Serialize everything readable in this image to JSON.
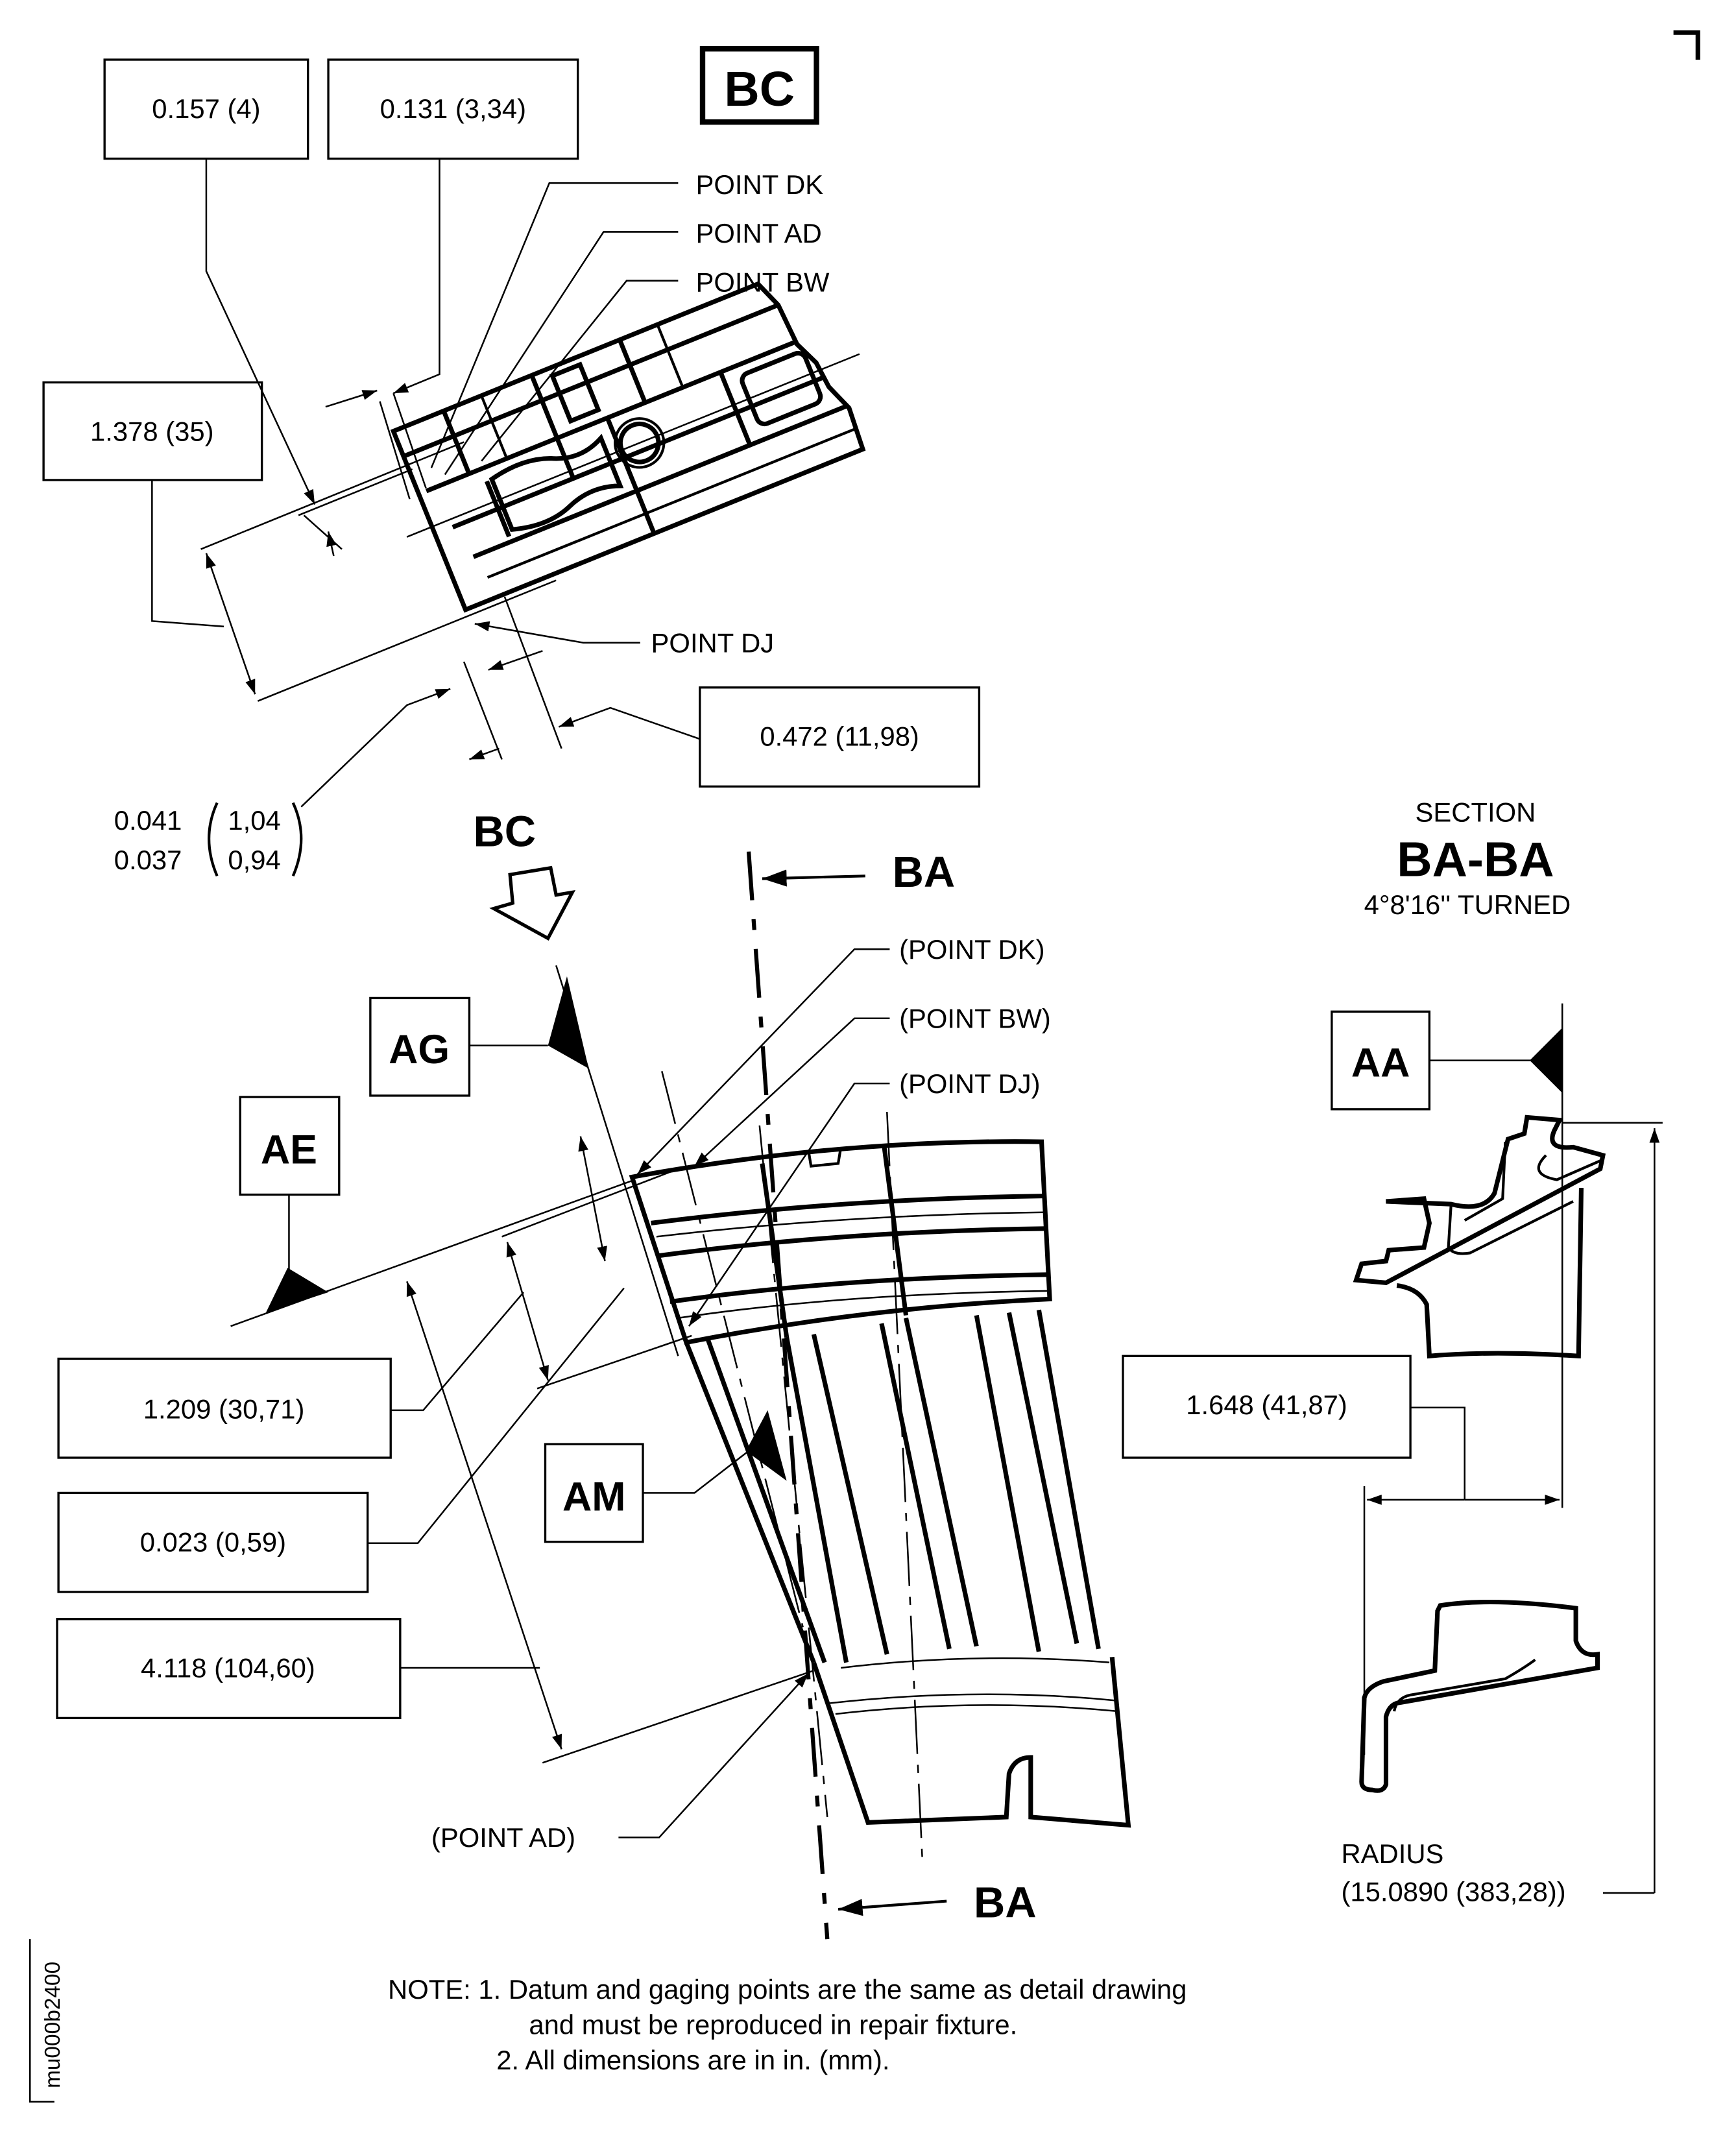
{
  "drawing_id": "mu000b2400",
  "detail": {
    "view_label": "BC",
    "dimensions": {
      "d_0157": "0.157 (4)",
      "d_0131": "0.131 (3,34)",
      "d_1378": "1.378 (35)",
      "d_0472": "0.472 (11,98)",
      "tol_upper_in": "0.041",
      "tol_lower_in": "0.037",
      "tol_upper_mm": "1,04",
      "tol_lower_mm": "0,94"
    },
    "points": {
      "dk": "POINT DK",
      "ad": "POINT AD",
      "bw": "POINT BW",
      "dj": "POINT DJ"
    }
  },
  "main_view": {
    "view_arrow_label": "BC",
    "section_cut_label_top": "BA",
    "section_cut_label_bottom": "BA",
    "datums": {
      "ag": "AG",
      "ae": "AE",
      "am": "AM"
    },
    "points": {
      "dk": "(POINT DK)",
      "bw": "(POINT BW)",
      "dj": "(POINT DJ)",
      "ad": "(POINT AD)"
    },
    "dimensions": {
      "d_1209": "1.209 (30,71)",
      "d_0023": "0.023 (0,59)",
      "d_4118": "4.118 (104,60)"
    }
  },
  "section": {
    "title_small": "SECTION",
    "title_big": "BA-BA",
    "subtitle": "4°8'16'' TURNED",
    "datum": "AA",
    "dimension": "1.648 (41,87)",
    "radius_label": "RADIUS",
    "radius_value": "(15.0890 (383,28))"
  },
  "notes": {
    "line1": "NOTE: 1. Datum and gaging points are the same as detail drawing",
    "line2": "and must be reproduced in repair fixture.",
    "line3": "2. All dimensions are in in. (mm)."
  }
}
